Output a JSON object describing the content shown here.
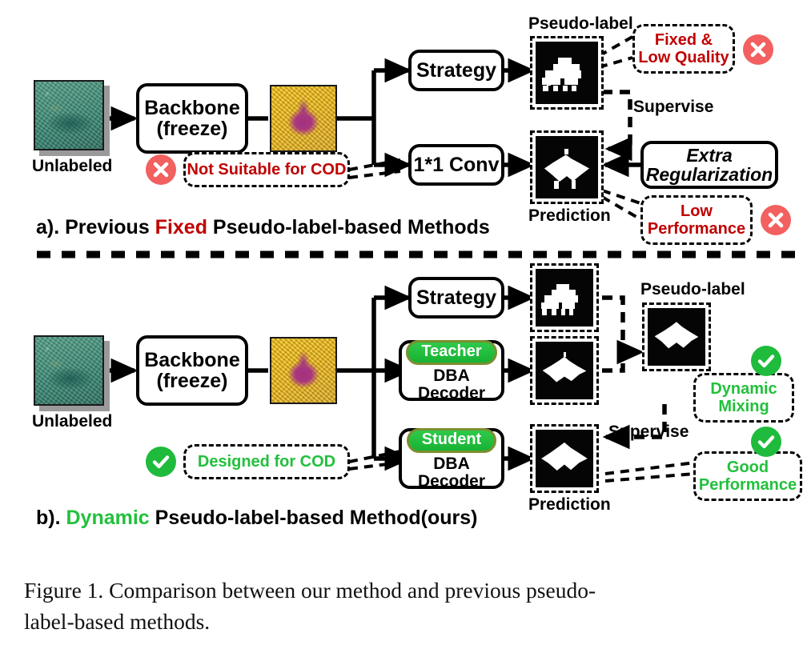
{
  "figure": {
    "caption_line1": "Figure 1. Comparison between our method and previous pseudo-",
    "caption_line2": "label-based methods."
  },
  "colors": {
    "red": "#C00000",
    "green": "#22C03C",
    "badge_red": "#F2605F",
    "badge_green": "#1FBB3C",
    "pill_green": "#22BB3E"
  },
  "panel_a": {
    "section_caption": {
      "prefix": "a). Previous ",
      "highlight": "Fixed",
      "suffix": " Pseudo-label-based Methods"
    },
    "input": {
      "label": "Unlabeled",
      "icon": "underwater-photo"
    },
    "backbone": {
      "line1": "Backbone",
      "line2": "(freeze)"
    },
    "feature_map": {
      "icon": "feature-map-heatmap"
    },
    "branch_top": {
      "label": "Strategy"
    },
    "branch_bottom": {
      "label": "1*1 Conv"
    },
    "pseudo_label": {
      "label": "Pseudo-label"
    },
    "prediction": {
      "label": "Prediction"
    },
    "supervise": {
      "label": "Supervise"
    },
    "extra_reg": {
      "line1": "Extra",
      "line2": "Regularization"
    },
    "callouts": [
      {
        "line1": "Fixed &",
        "line2": "Low Quality",
        "status": "cross"
      },
      {
        "line1": "Low",
        "line2": "Performance",
        "status": "cross"
      },
      {
        "line1": "Not Suitable for COD",
        "line2": "",
        "status": "cross"
      }
    ]
  },
  "panel_b": {
    "section_caption": {
      "prefix": "b). ",
      "highlight": "Dynamic",
      "suffix": " Pseudo-label-based Method(ours)"
    },
    "input": {
      "label": "Unlabeled",
      "icon": "underwater-photo"
    },
    "backbone": {
      "line1": "Backbone",
      "line2": "(freeze)"
    },
    "feature_map": {
      "icon": "feature-map-heatmap"
    },
    "branch_top": {
      "label": "Strategy"
    },
    "branch_mid": {
      "pill": "Teacher",
      "label": "DBA Decoder"
    },
    "branch_bottom": {
      "pill": "Student",
      "label": "DBA Decoder"
    },
    "pseudo_label": {
      "label": "Pseudo-label"
    },
    "prediction": {
      "label": "Prediction"
    },
    "supervise": {
      "label": "Supervise"
    },
    "callouts": [
      {
        "line1": "Dynamic",
        "line2": "Mixing",
        "status": "check"
      },
      {
        "line1": "Good",
        "line2": "Performance",
        "status": "check"
      },
      {
        "line1": "Designed for COD",
        "line2": "",
        "status": "check"
      }
    ]
  }
}
